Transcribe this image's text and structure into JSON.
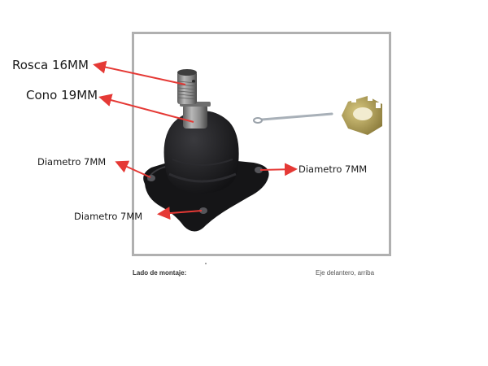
{
  "labels": {
    "rosca": "Rosca 16MM",
    "cono": "Cono 19MM",
    "diametro_left": "Diametro 7MM",
    "diametro_right": "Diametro 7MM",
    "diametro_bottom": "Diametro 7MM"
  },
  "spec": {
    "key": "Lado de montaje:",
    "value": "Eje delantero, arriba"
  },
  "colors": {
    "arrow": "#e53935",
    "frame_border": "#b0b0b0",
    "body": "#1c1c1e",
    "stud": "#8a8a8a",
    "nut": "#b8a050"
  }
}
